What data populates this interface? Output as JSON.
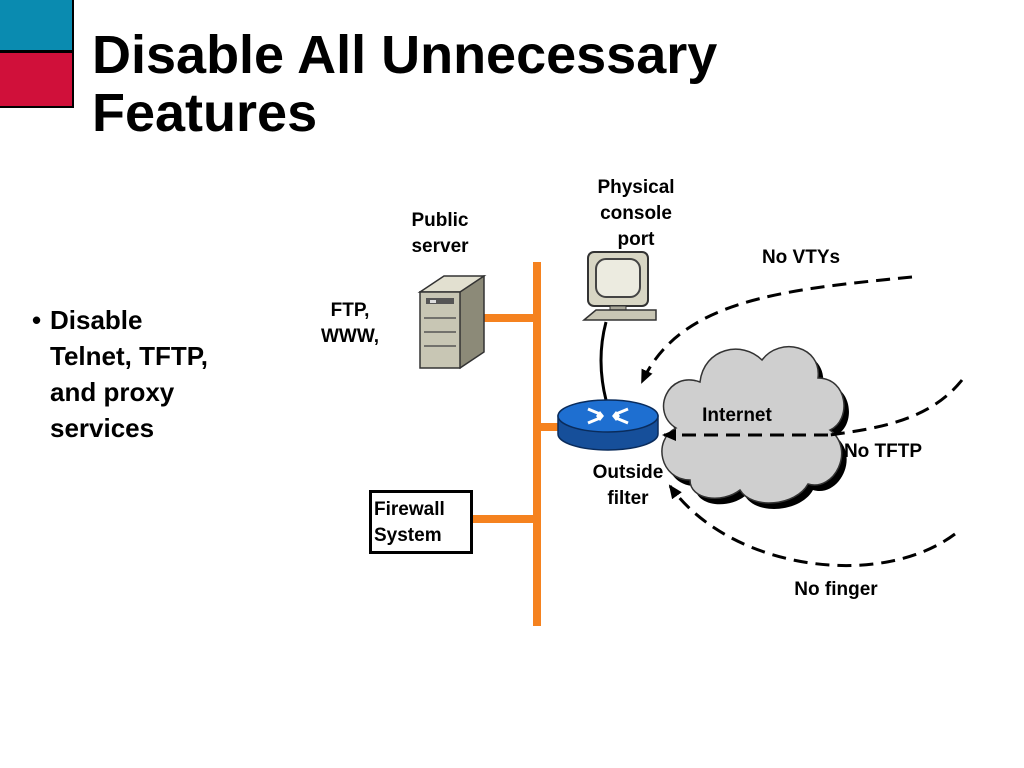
{
  "slide": {
    "title_line1": "Disable All Unnecessary",
    "title_line2": "Features",
    "accent_top_color": "#0a8bb0",
    "accent_bottom_color": "#d0103a"
  },
  "bullet": {
    "marker": "•",
    "lines": [
      "Disable",
      "Telnet, TFTP,",
      "and proxy",
      "services"
    ]
  },
  "diagram": {
    "public_server_label": [
      "Public",
      "server"
    ],
    "server_services": [
      "FTP,",
      "WWW,"
    ],
    "console_label": [
      "Physical",
      "console",
      "port"
    ],
    "router_label": [
      "Outside",
      "filter"
    ],
    "firewall_label": [
      "Firewall",
      "System"
    ],
    "internet_label": "Internet",
    "blocked": {
      "vty": "No VTYs",
      "tftp": "No TFTP",
      "finger": "No finger"
    },
    "colors": {
      "lan_backbone": "#f5821f",
      "router": "#1e6fd1",
      "cloud": "#cfcfcf",
      "monitor": "#d8d6c4",
      "server": "#c8c6b4"
    }
  }
}
